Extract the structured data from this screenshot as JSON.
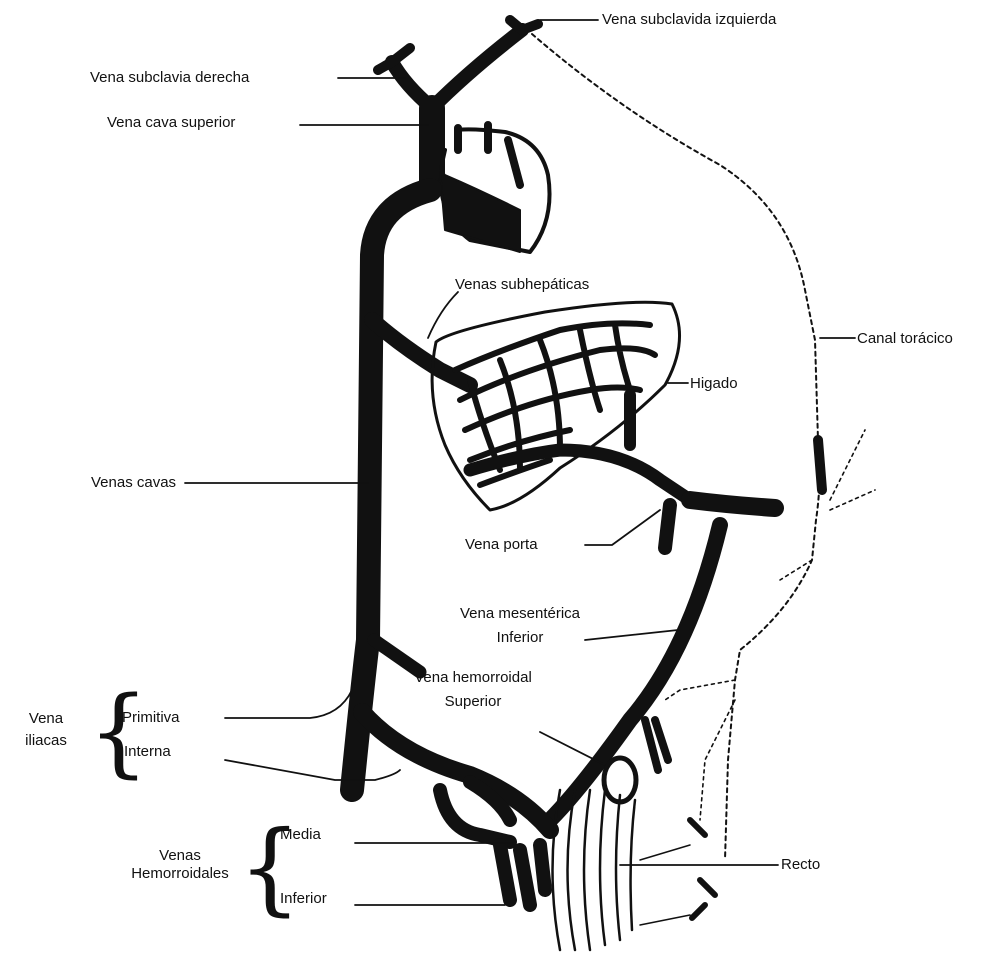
{
  "labels": {
    "subclavia_izquierda": "Vena subclavida izquierda",
    "subclavia_derecha": "Vena subclavia derecha",
    "cava_superior": "Vena cava superior",
    "subhepaticas": "Venas subhepáticas",
    "canal_toracico": "Canal torácico",
    "higado": "Higado",
    "venas_cavas": "Venas cavas",
    "vena_porta": "Vena porta",
    "mesenterica_1": "Vena mesentérica",
    "mesenterica_2": "Inferior",
    "iliacas_1": "Vena",
    "iliacas_2": "iliacas",
    "primitiva": "Primitiva",
    "interna": "Interna",
    "hemorroidal_sup_1": "Vena hemorroidal",
    "hemorroidal_sup_2": "Superior",
    "hemorroidales_1": "Venas",
    "hemorroidales_2": "Hemorroidales",
    "media": "Media",
    "inferior": "Inferior",
    "recto": "Recto"
  },
  "colors": {
    "ink": "#111111",
    "paper": "#ffffff"
  }
}
